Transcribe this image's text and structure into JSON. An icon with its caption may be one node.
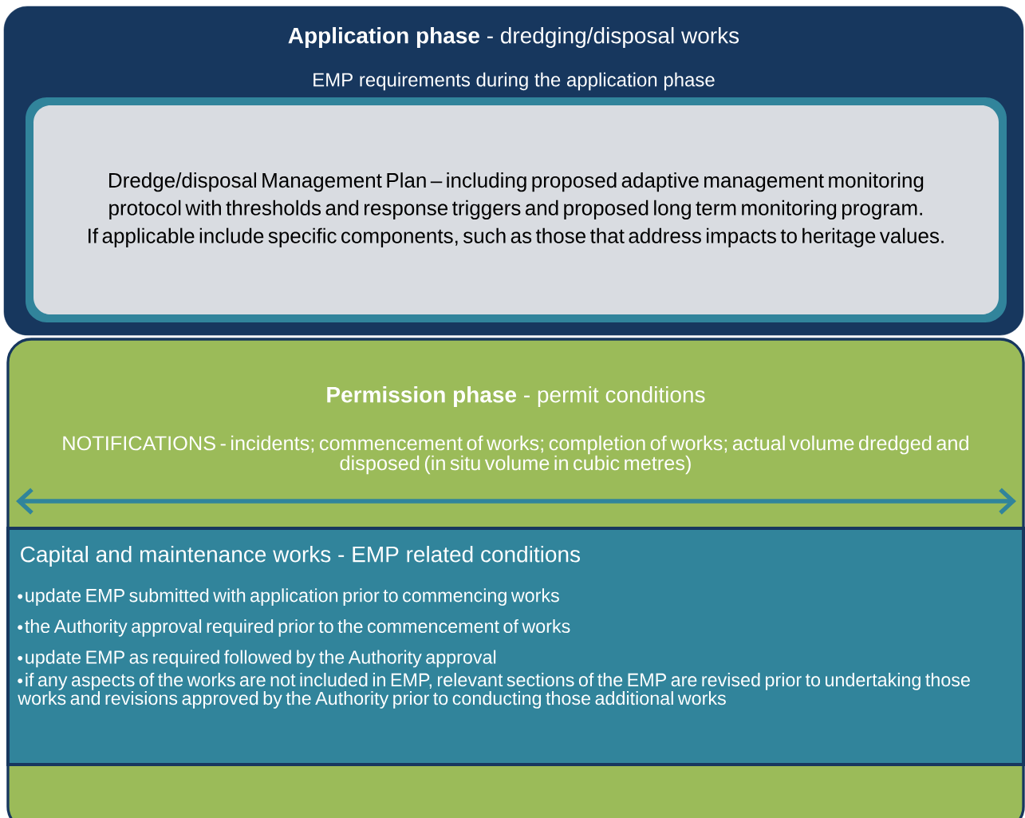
{
  "diagram": {
    "nodes": [
      {
        "text": [
          "**Application phase** - dredging/disposal works",
          "EMP requirements during the application phase"
        ]
      },
      {
        "text": [
          "Dredge/disposal Management Plan – including proposed adaptive management monitoring protocol with thresholds and response triggers and proposed long term monitoring program.",
          "If applicable include specific components, such as  those that address impacts to heritage values."
        ],
        "in": 0
      },
      {
        "text": [
          "**Permission phase** - permit conditions",
          "NOTIFICATIONS - incidents; commencement of works; completion of works; actual volume dredged and disposed  (in situ volume in cubic metres)"
        ]
      },
      {
        "text": [
          "Capital and maintenance works - EMP related conditions",
          "update EMP submitted with application prior to commencing works",
          "the Authority approval required prior to the commencement of works",
          "update EMP as required followed by the Authority approval",
          "if any aspects of the works are not included in EMP, relevant sections of the EMP are revised prior to undertaking those works and revisions approved by the Authority prior to conducting those additional works"
        ],
        "in": 2
      }
    ]
  }
}
